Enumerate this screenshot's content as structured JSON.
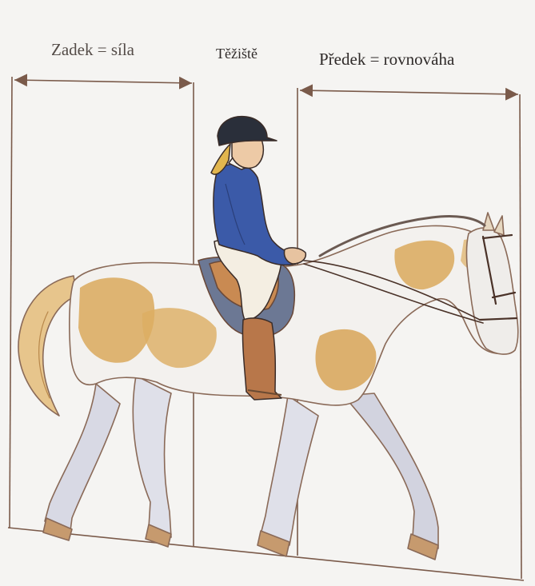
{
  "labels": {
    "hindquarters": "Zadek = síla",
    "center_of_gravity": "Těžiště",
    "forehand": "Předek = rovnováha"
  },
  "colors": {
    "paper": "#f5f4f2",
    "line": "#7a5a4a",
    "coat_patch": "#d9a95c",
    "jacket": "#3b5aa8",
    "helmet": "#2a2f3a",
    "boots": "#b8774a",
    "breeches": "#f3ece0"
  }
}
